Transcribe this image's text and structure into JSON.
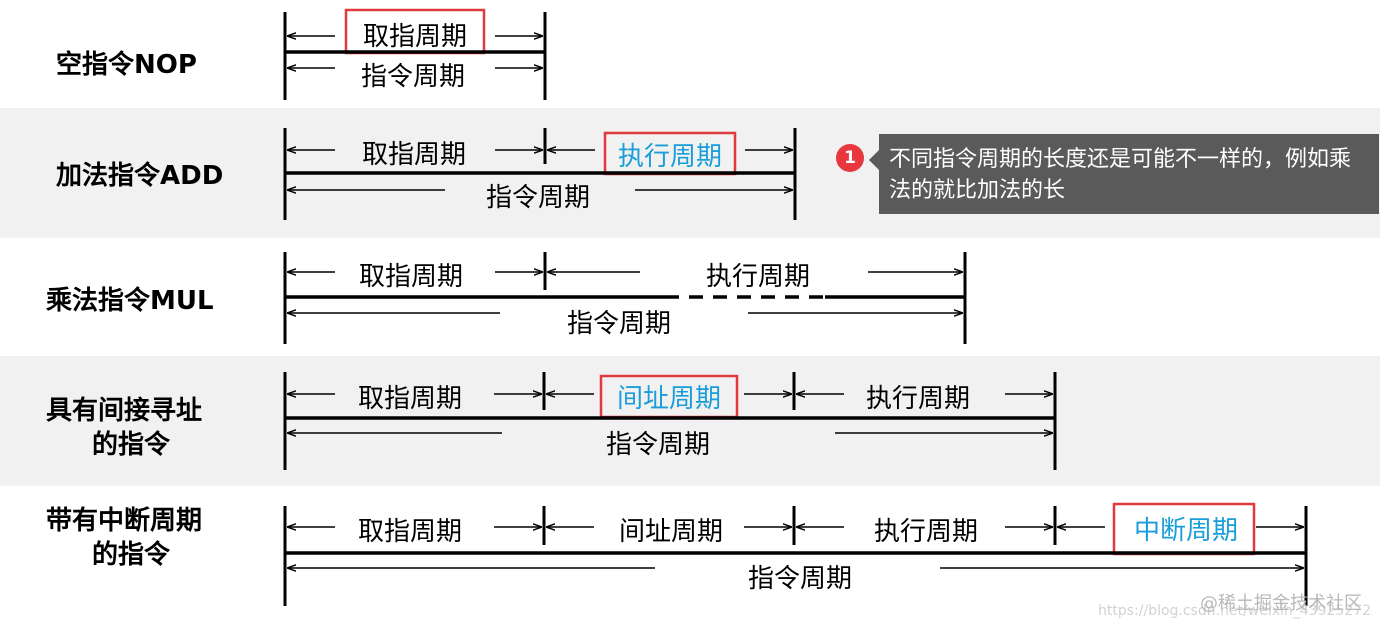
{
  "rows": [
    {
      "id": "nop",
      "label": "空指令NOP"
    },
    {
      "id": "add",
      "label": "加法指令ADD"
    },
    {
      "id": "mul",
      "label": "乘法指令MUL"
    },
    {
      "id": "indirect",
      "label_lines": [
        "具有间接寻址",
        "的指令"
      ]
    },
    {
      "id": "interrupt",
      "label_lines": [
        "带有中断周期",
        "的指令"
      ]
    }
  ],
  "segments": {
    "fetch": "取指周期",
    "execute": "执行周期",
    "indirect": "间址周期",
    "interrupt": "中断周期",
    "instruction": "指令周期"
  },
  "colors": {
    "highlight_text": "#1a9ed9",
    "highlight_box": "#e0393e",
    "line": "#000000",
    "band": "#f1f1f1"
  },
  "note": {
    "badge": "1",
    "text": "不同指令周期的长度还是可能不一样的，例如乘法的就比加法的长"
  },
  "watermark": {
    "primary": "@稀土掘金技术社区",
    "secondary": "https://blog.csdn.net/weixin_43925272"
  }
}
